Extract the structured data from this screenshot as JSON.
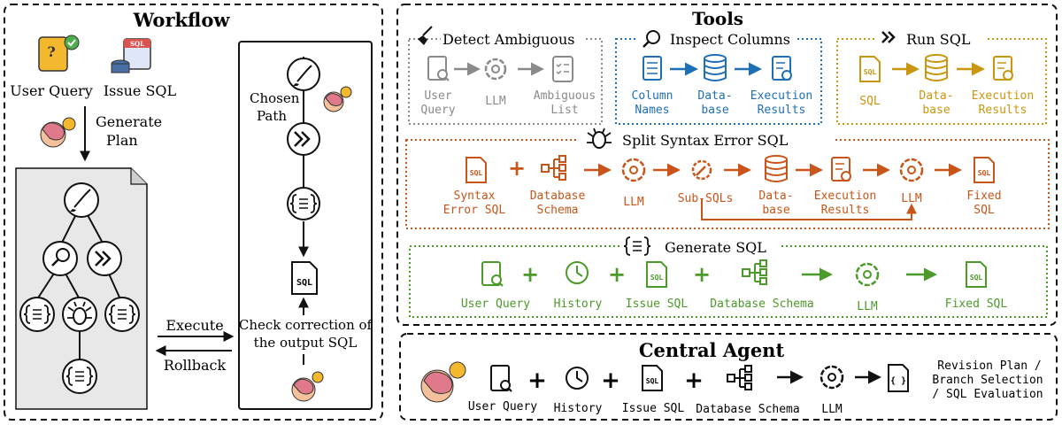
{
  "colors": {
    "black": "#111111",
    "gray": "#8a8a8a",
    "blue": "#1f6fb5",
    "gold": "#c9960f",
    "orange": "#c8561a",
    "green": "#4c9a2a",
    "panel_fill": "#e8e8e8",
    "user_query_icon": "#f3b82e"
  },
  "workflow": {
    "title": "Workflow",
    "user_query": "User Query",
    "issue_sql": "Issue SQL",
    "generate_plan_line1": "Generate",
    "generate_plan_line2": "Plan",
    "chosen_path_line1": "Chosen",
    "chosen_path_line2": "Path",
    "sql_file_label": "SQL",
    "check_line1": "Check correction of",
    "check_line2": "the output SQL",
    "execute": "Execute",
    "rollback": "Rollback"
  },
  "tools": {
    "title": "Tools",
    "detect": {
      "title": "Detect Ambiguous",
      "user_query": [
        "User",
        "Query"
      ],
      "llm": "LLM",
      "ambiguous_list": [
        "Ambiguous",
        "List"
      ]
    },
    "inspect": {
      "title": "Inspect Columns",
      "column_names": [
        "Column",
        "Names"
      ],
      "database": [
        "Data-",
        "base"
      ],
      "execution_results": [
        "Execution",
        "Results"
      ]
    },
    "run": {
      "title": "Run SQL",
      "sql": "SQL",
      "database": [
        "Data-",
        "base"
      ],
      "execution_results": [
        "Execution",
        "Results"
      ]
    },
    "split": {
      "title": "Split Syntax Error SQL",
      "syntax_error_sql": [
        "Syntax",
        "Error SQL"
      ],
      "database_schema": [
        "Database",
        "Schema"
      ],
      "llm1": "LLM",
      "sub_sqls": "Sub-SQLs",
      "database": [
        "Data-",
        "base"
      ],
      "execution_results": [
        "Execution",
        "Results"
      ],
      "llm2": "LLM",
      "fixed_sql": [
        "Fixed",
        "SQL"
      ]
    },
    "generate": {
      "title": "Generate SQL",
      "user_query": "User Query",
      "history": "History",
      "issue_sql": "Issue SQL",
      "database_schema": "Database Schema",
      "llm": "LLM",
      "fixed_sql": "Fixed SQL"
    }
  },
  "central": {
    "title": "Central Agent",
    "user_query": "User Query",
    "history": "History",
    "issue_sql": "Issue SQL",
    "database_schema": "Database Schema",
    "llm": "LLM",
    "output": [
      "Revision Plan /",
      "Branch Selection",
      "/ SQL Evaluation"
    ]
  }
}
